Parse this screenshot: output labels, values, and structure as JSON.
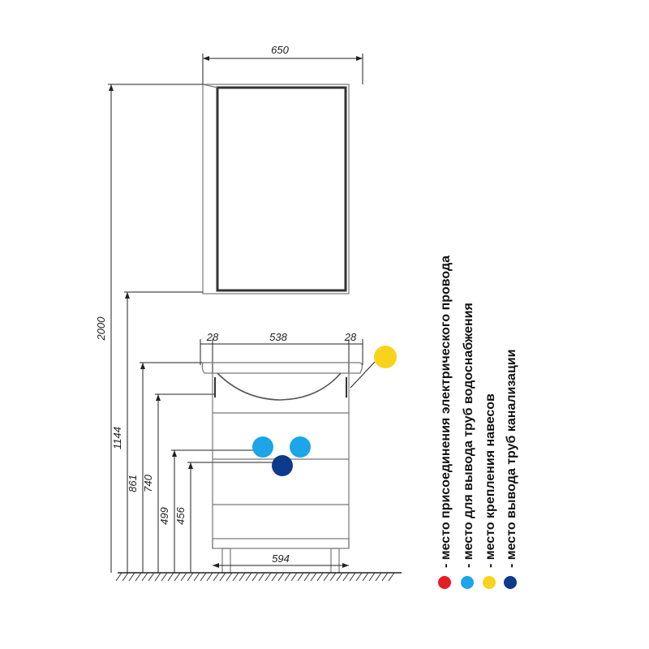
{
  "dimensions": {
    "mirror_width": "650",
    "total_height": "2000",
    "washbasin_top": "1144",
    "cabinet_top": "861",
    "pipe_level_1": "740",
    "pipe_level_2": "499",
    "pipe_level_3": "456",
    "basin_side_left": "28",
    "basin_inner": "538",
    "basin_side_right": "28",
    "cabinet_width": "594"
  },
  "legend": {
    "items": [
      {
        "label": "- место присоединения электрического провода",
        "color": "#e41e26"
      },
      {
        "label": "- место для вывода труб водоснабжения",
        "color": "#1ca5e8"
      },
      {
        "label": "- место крепления навесов",
        "color": "#f9d21a"
      },
      {
        "label": "- место вывода труб канализации",
        "color": "#0d3a8c"
      }
    ]
  },
  "colors": {
    "electric": "#e41e26",
    "water": "#1ca5e8",
    "hanger": "#f9d21a",
    "sewer": "#0d3a8c"
  }
}
